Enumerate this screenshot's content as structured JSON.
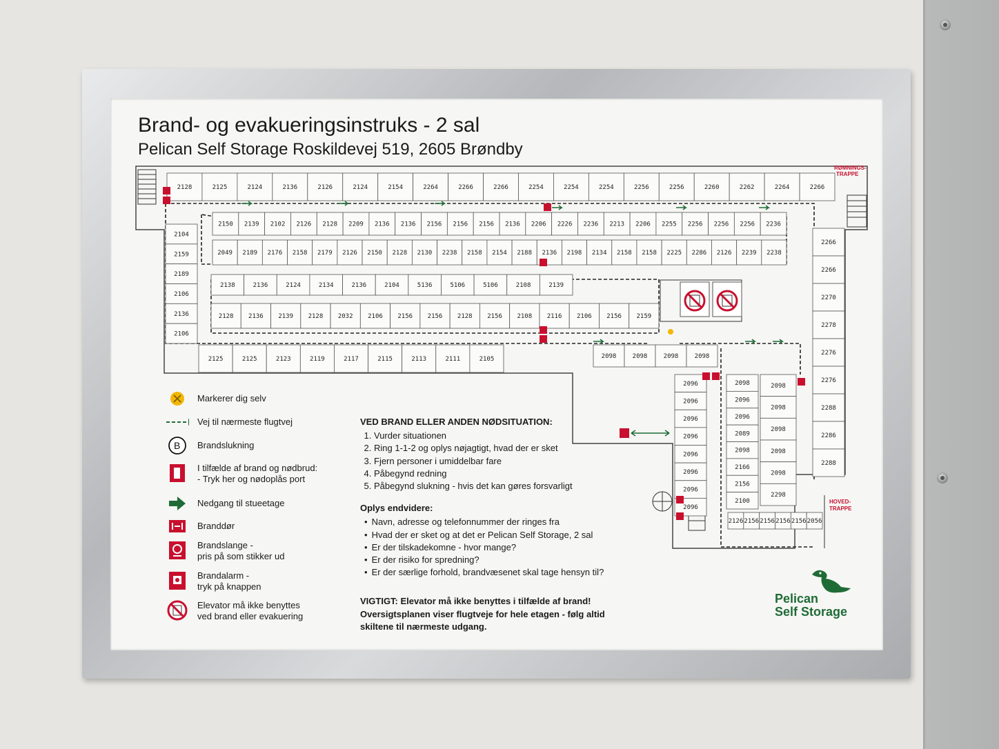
{
  "poster": {
    "title": "Brand- og evakueringsinstruks - 2 sal",
    "subtitle": "Pelican Self Storage Roskildevej 519, 2605 Brøndby"
  },
  "plan": {
    "top_row": [
      "2128",
      "2125",
      "2124",
      "2136",
      "2126",
      "2124",
      "2154",
      "2264",
      "2266",
      "2266",
      "2254",
      "2254",
      "2254",
      "2256",
      "2256",
      "2260",
      "2262",
      "2264",
      "2266"
    ],
    "block1_top": [
      "2150",
      "2139",
      "2102",
      "2126",
      "2128",
      "2209",
      "2136",
      "2136",
      "2156",
      "2156",
      "2156",
      "2136",
      "2206",
      "2226",
      "2236",
      "2213",
      "2206",
      "2255",
      "2256",
      "2256",
      "2256",
      "2236"
    ],
    "block1_bottom": [
      "2049",
      "2189",
      "2176",
      "2158",
      "2179",
      "2126",
      "2150",
      "2128",
      "2130",
      "2238",
      "2158",
      "2154",
      "2188",
      "2136",
      "2198",
      "2134",
      "2158",
      "2158",
      "2225",
      "2286",
      "2126",
      "2239",
      "2238"
    ],
    "block2_top": [
      "2138",
      "2136",
      "2124",
      "2134",
      "2136",
      "2104",
      "5136",
      "5106",
      "5106",
      "2108",
      "2139"
    ],
    "block2_bottom": [
      "2128",
      "2136",
      "2139",
      "2128",
      "2032",
      "2106",
      "2156",
      "2156",
      "2128",
      "2156",
      "2108",
      "2116",
      "2106",
      "2156",
      "2159"
    ],
    "left_column": [
      "2104",
      "2159",
      "2189",
      "2106",
      "2136",
      "2106"
    ],
    "bottom_row": [
      "2125",
      "2125",
      "2123",
      "2119",
      "2117",
      "2115",
      "2113",
      "2111",
      "2105"
    ],
    "bottom_right_row": [
      "2098",
      "2098",
      "2098",
      "2098"
    ],
    "right_column": [
      "2266",
      "2266",
      "2270",
      "2278",
      "2276",
      "2276",
      "2288",
      "2286",
      "2288"
    ],
    "lower_left_column": [
      "2096",
      "2096",
      "2096",
      "2096",
      "2096",
      "2096",
      "2096",
      "2096"
    ],
    "lower_middle_column": [
      "2098",
      "2096",
      "2096",
      "2089",
      "2098",
      "2166",
      "2156",
      "2100"
    ],
    "lower_right_column": [
      "2098",
      "2098",
      "2098",
      "2098",
      "2098",
      "2298"
    ],
    "lower_bottom_row": [
      "2126",
      "2156",
      "2156",
      "2156",
      "2156",
      "2056"
    ],
    "escape_stair_label": "RØMNINGS-\nTRAPPE",
    "escape_stair_line1": "RØMNINGS-",
    "escape_stair_line2": "TRAPPE",
    "main_stair_line1": "HOVED-",
    "main_stair_line2": "TRAPPE"
  },
  "legend": [
    {
      "icon": "you-are-here-icon",
      "text": "Markerer dig selv"
    },
    {
      "icon": "escape-route-arrow-icon",
      "text": "Vej til nærmeste flugtvej"
    },
    {
      "icon": "extinguisher-b-icon",
      "text": "Brandslukning"
    },
    {
      "icon": "fire-call-point-icon",
      "line1": "I tilfælde af brand og nødbrud:",
      "line2": "- Tryk her og nødoplås port"
    },
    {
      "icon": "downstairs-arrow-icon",
      "text": "Nedgang til stueetage"
    },
    {
      "icon": "fire-door-icon",
      "text": "Branddør"
    },
    {
      "icon": "fire-hose-icon",
      "line1": "Brandslange -",
      "line2": "pris på som stikker ud"
    },
    {
      "icon": "fire-alarm-icon",
      "line1": "Brandalarm -",
      "line2": "tryk på knappen"
    },
    {
      "icon": "no-elevator-icon",
      "line1": "Elevator må ikke benyttes",
      "line2": "ved brand eller evakuering"
    }
  ],
  "instructions": {
    "heading": "VED BRAND ELLER ANDEN NØDSITUATION:",
    "steps": [
      "Vurder situationen",
      "Ring 1-1-2 og oplys nøjagtigt, hvad der er sket",
      "Fjern personer i umiddelbar fare",
      "Påbegynd redning",
      "Påbegynd slukning - hvis det kan gøres forsvarligt"
    ],
    "more_heading": "Oplys endvidere:",
    "more": [
      "Navn, adresse og telefonnummer der ringes fra",
      "Hvad der er sket og at det er Pelican Self Storage, 2 sal",
      "Er der tilskadekomne - hvor mange?",
      "Er der risiko for spredning?",
      "Er der særlige forhold, brandvæsenet skal tage hensyn til?"
    ]
  },
  "warning": {
    "line1": "VIGTIGT: Elevator må ikke benyttes i tilfælde af brand!",
    "line2": "Oversigtsplanen viser flugtveje for hele etagen - følg altid",
    "line3": "skiltene til nærmeste udgang."
  },
  "logo": {
    "line1": "Pelican",
    "line2": "Self Storage"
  },
  "colors": {
    "escape_green": "#1f6b36",
    "fire_red": "#c8102e",
    "you_are_here": "#f2b705",
    "frame_silver": "#c5c7ca"
  }
}
